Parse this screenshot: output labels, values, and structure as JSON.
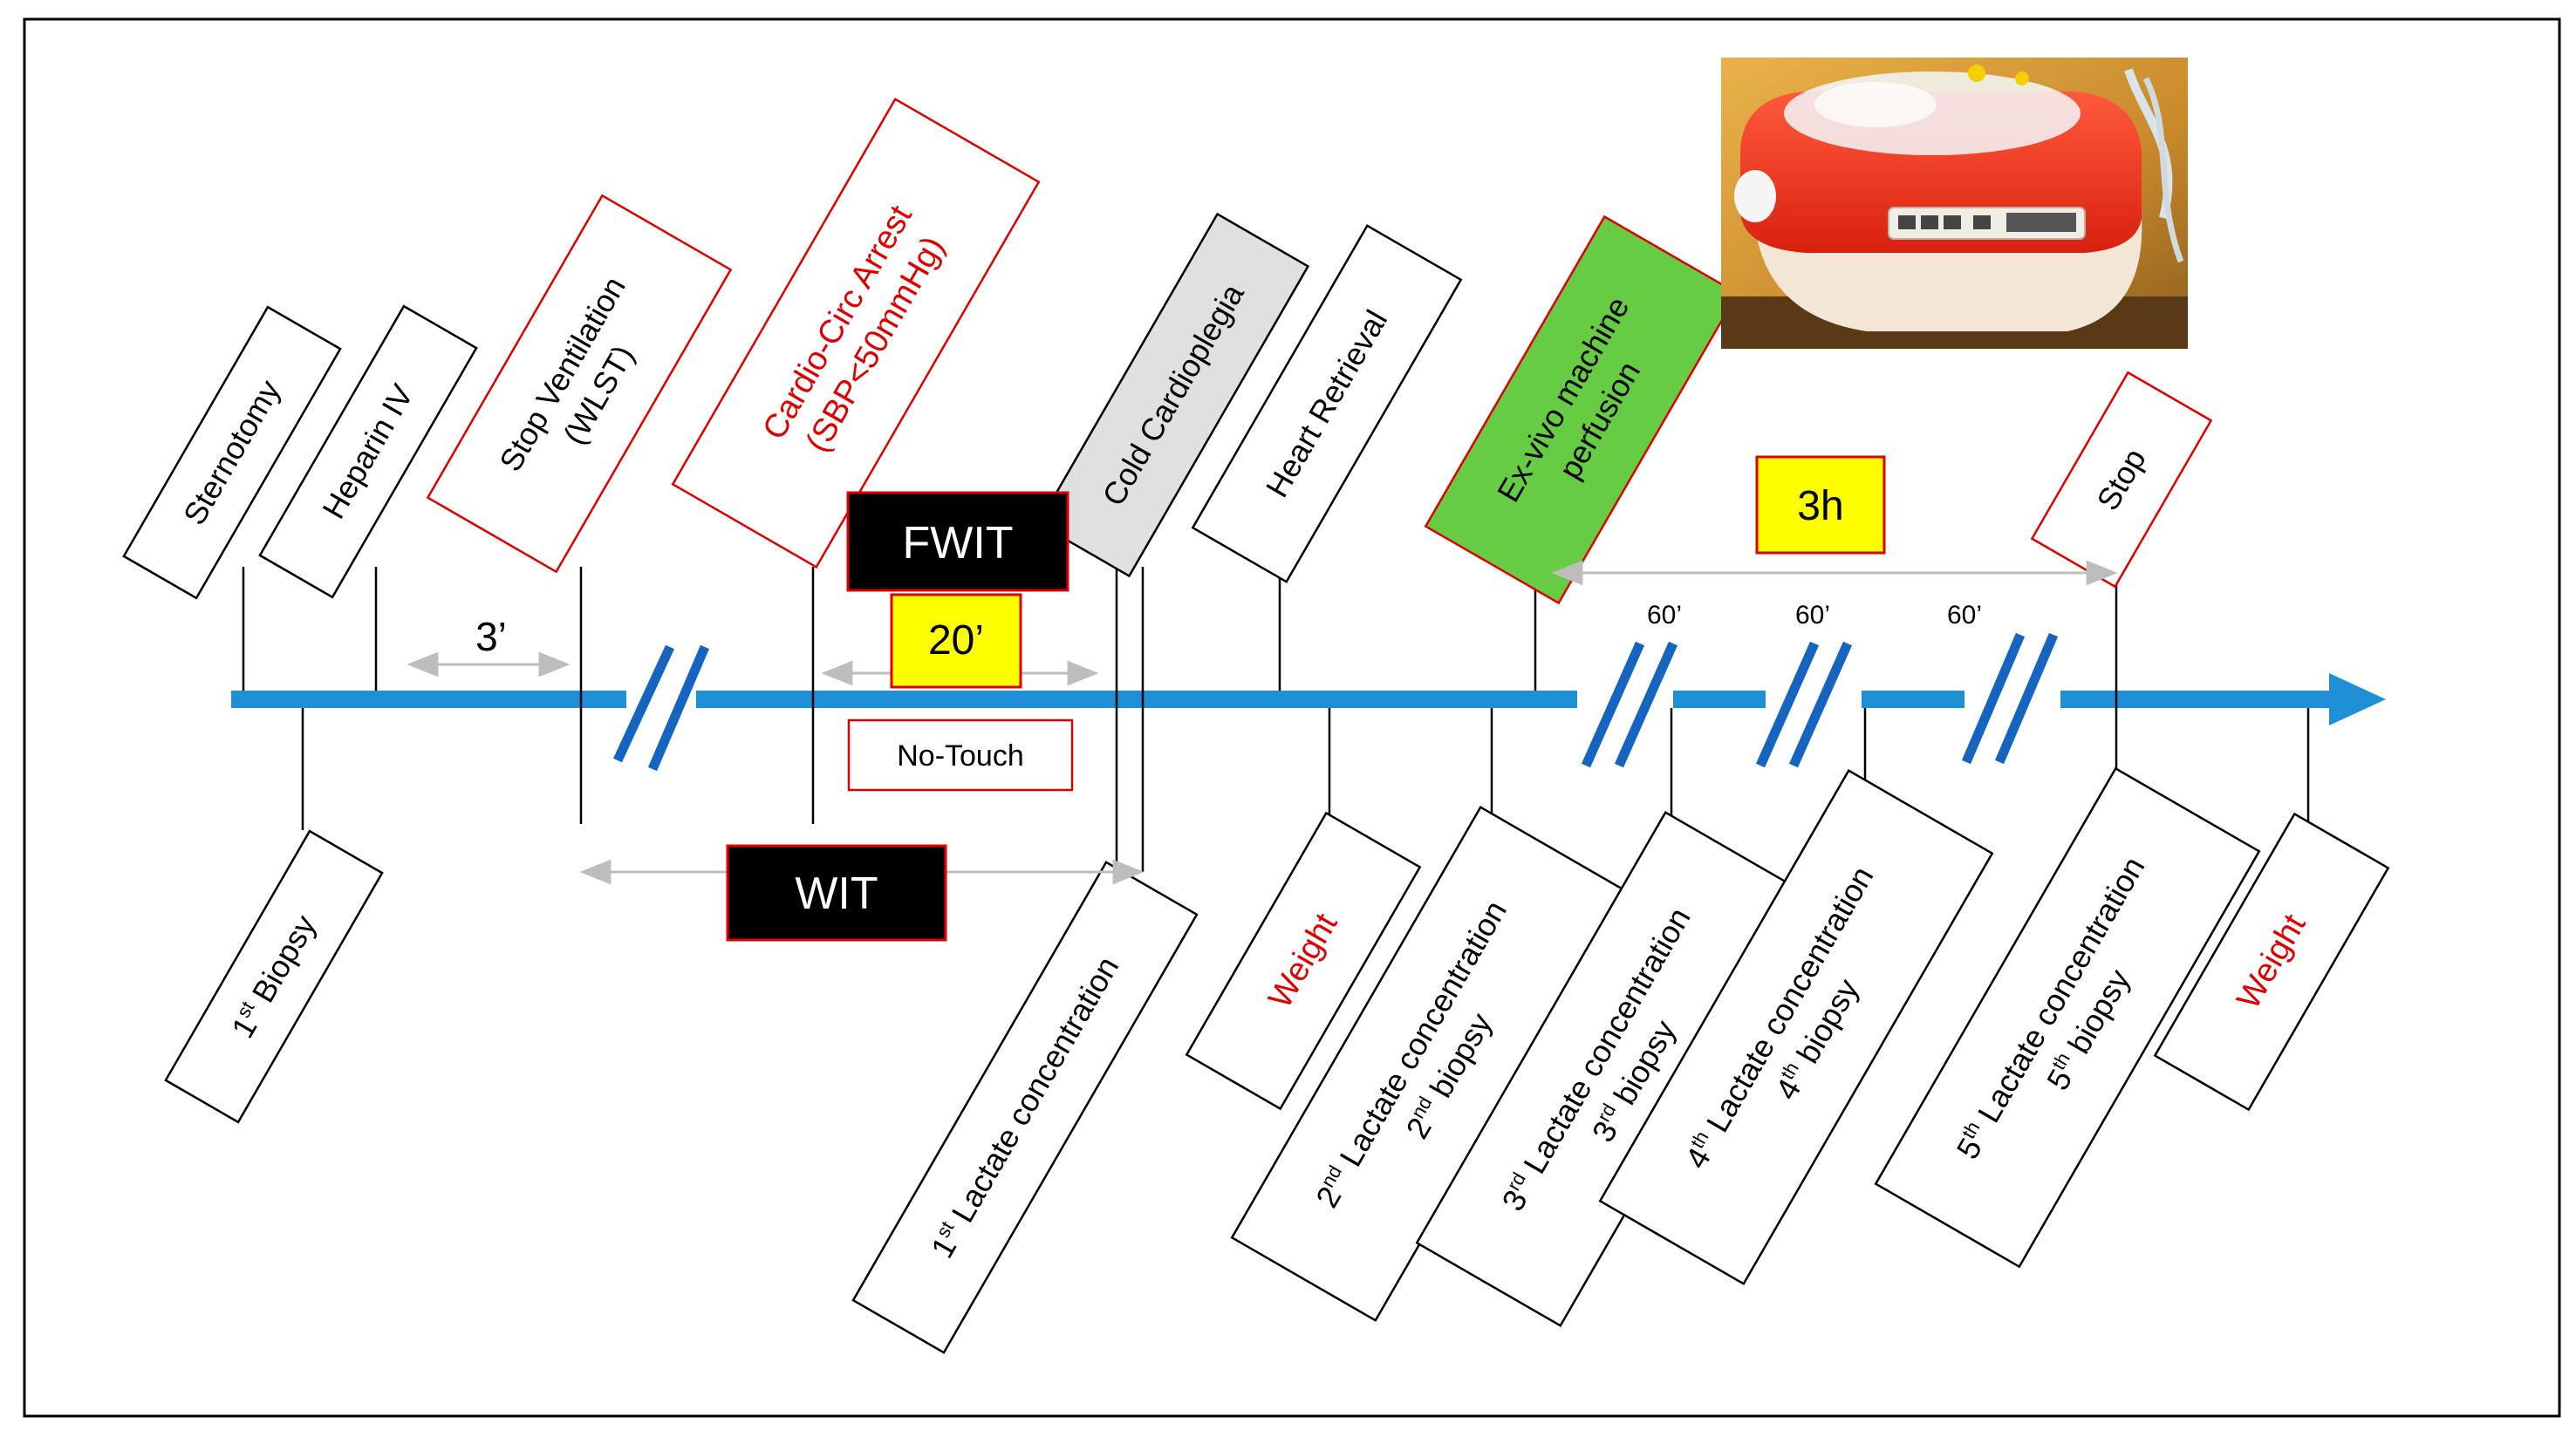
{
  "colors": {
    "timeline": "#1f8fd6",
    "break_marks": "#1565c0",
    "black_box_stroke": "#000000",
    "red_box_stroke": "#e00000",
    "red_text": "#e00000",
    "gray_fill": "#e0e0e0",
    "green_fill": "#66cc44",
    "yellow_fill": "#ffff00",
    "black_fill": "#000000",
    "dim_arrow": "#bdbdbd"
  },
  "top_events": {
    "sternotomy": "Sternotomy",
    "heparin": "Heparin IV",
    "stop_ventilation": [
      "Stop Ventilation",
      "(WLST)"
    ],
    "cardio_circ_arrest": [
      "Cardio-Circ Arrest",
      "(SBP<50mmHg)"
    ],
    "cold_cardioplegia": "Cold Cardioplegia",
    "heart_retrieval": "Heart Retrieval",
    "ex_vivo": [
      "Ex-vivo machine",
      "perfusion"
    ],
    "stop": "Stop"
  },
  "bottom_events": {
    "biopsy1": {
      "n": "1",
      "sup": "st",
      "text": " Biopsy"
    },
    "lactate1": {
      "n": "1",
      "sup": "st",
      "text": " Lactate concentration"
    },
    "weight1": "Weight",
    "sample2": {
      "n": "2",
      "sup": "nd",
      "line1": " Lactate concentration",
      "line2": " biopsy"
    },
    "sample3": {
      "n": "3",
      "sup": "rd",
      "line1": " Lactate concentration",
      "line2": " biopsy"
    },
    "sample4": {
      "n": "4",
      "sup": "th",
      "line1": " Lactate concentration",
      "line2": " biopsy"
    },
    "sample5": {
      "n": "5",
      "sup": "th",
      "line1": " Lactate concentration",
      "line2": " biopsy"
    },
    "weight2": "Weight"
  },
  "intervals": {
    "three_min": "3’",
    "fwit": "FWIT",
    "twenty_min": "20’",
    "no_touch": "No-Touch",
    "wit": "WIT",
    "three_h": "3h",
    "sixty_a": "60’",
    "sixty_b": "60’",
    "sixty_c": "60’"
  },
  "photo": {
    "icon": "perfusion-device-photo"
  }
}
